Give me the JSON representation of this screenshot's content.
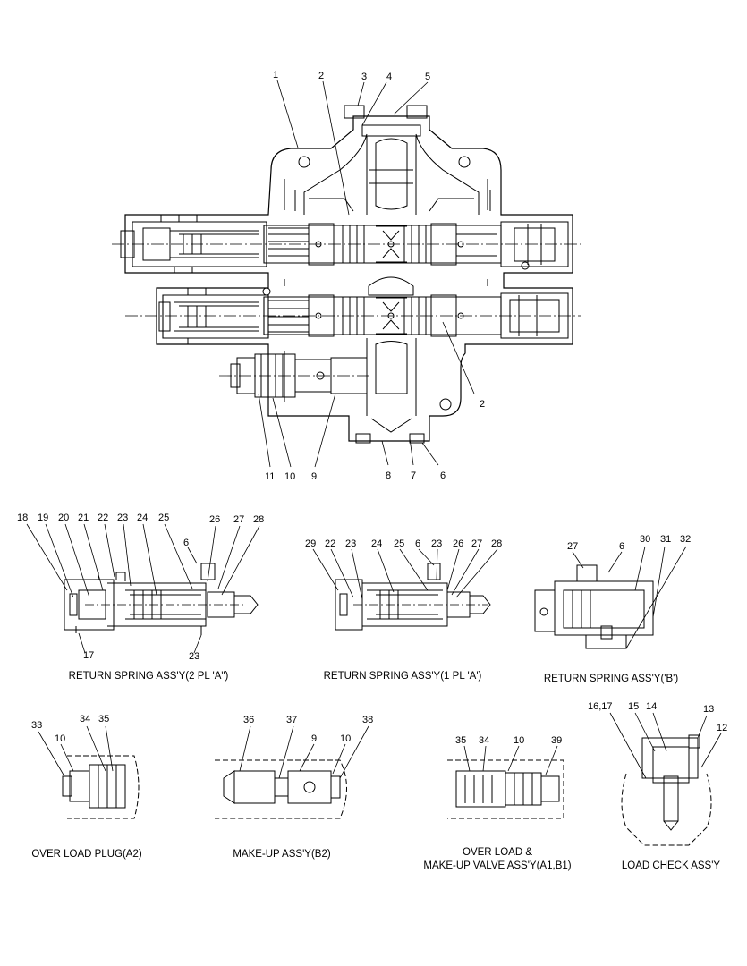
{
  "main_view": {
    "callouts": [
      "1",
      "2",
      "3",
      "4",
      "5",
      "2",
      "11",
      "10",
      "9",
      "8",
      "7",
      "6"
    ]
  },
  "return_spring_2pl_a": {
    "caption": "RETURN SPRING ASS'Y(2 PL 'A\")",
    "callouts": [
      "18",
      "19",
      "20",
      "21",
      "22",
      "23",
      "24",
      "25",
      "26",
      "27",
      "28",
      "6",
      "17",
      "23"
    ]
  },
  "return_spring_1pl_a": {
    "caption": "RETURN SPRING ASS'Y(1 PL 'A')",
    "callouts": [
      "29",
      "22",
      "23",
      "24",
      "25",
      "6",
      "23",
      "26",
      "27",
      "28"
    ]
  },
  "return_spring_b": {
    "caption": "RETURN SPRING ASS'Y('B')",
    "callouts": [
      "27",
      "6",
      "30",
      "31",
      "32"
    ]
  },
  "over_load_plug": {
    "caption": "OVER LOAD PLUG(A2)",
    "callouts": [
      "33",
      "34",
      "35",
      "10"
    ]
  },
  "make_up": {
    "caption": "MAKE-UP ASS'Y(B2)",
    "callouts": [
      "36",
      "37",
      "38",
      "9",
      "10"
    ]
  },
  "over_load_make_up": {
    "caption_line1": "OVER LOAD &",
    "caption_line2": "MAKE-UP VALVE ASS'Y(A1,B1)",
    "callouts": [
      "35",
      "34",
      "10",
      "39"
    ]
  },
  "load_check": {
    "caption": "LOAD CHECK ASS'Y",
    "callouts": [
      "16,17",
      "15",
      "14",
      "13",
      "12"
    ]
  }
}
